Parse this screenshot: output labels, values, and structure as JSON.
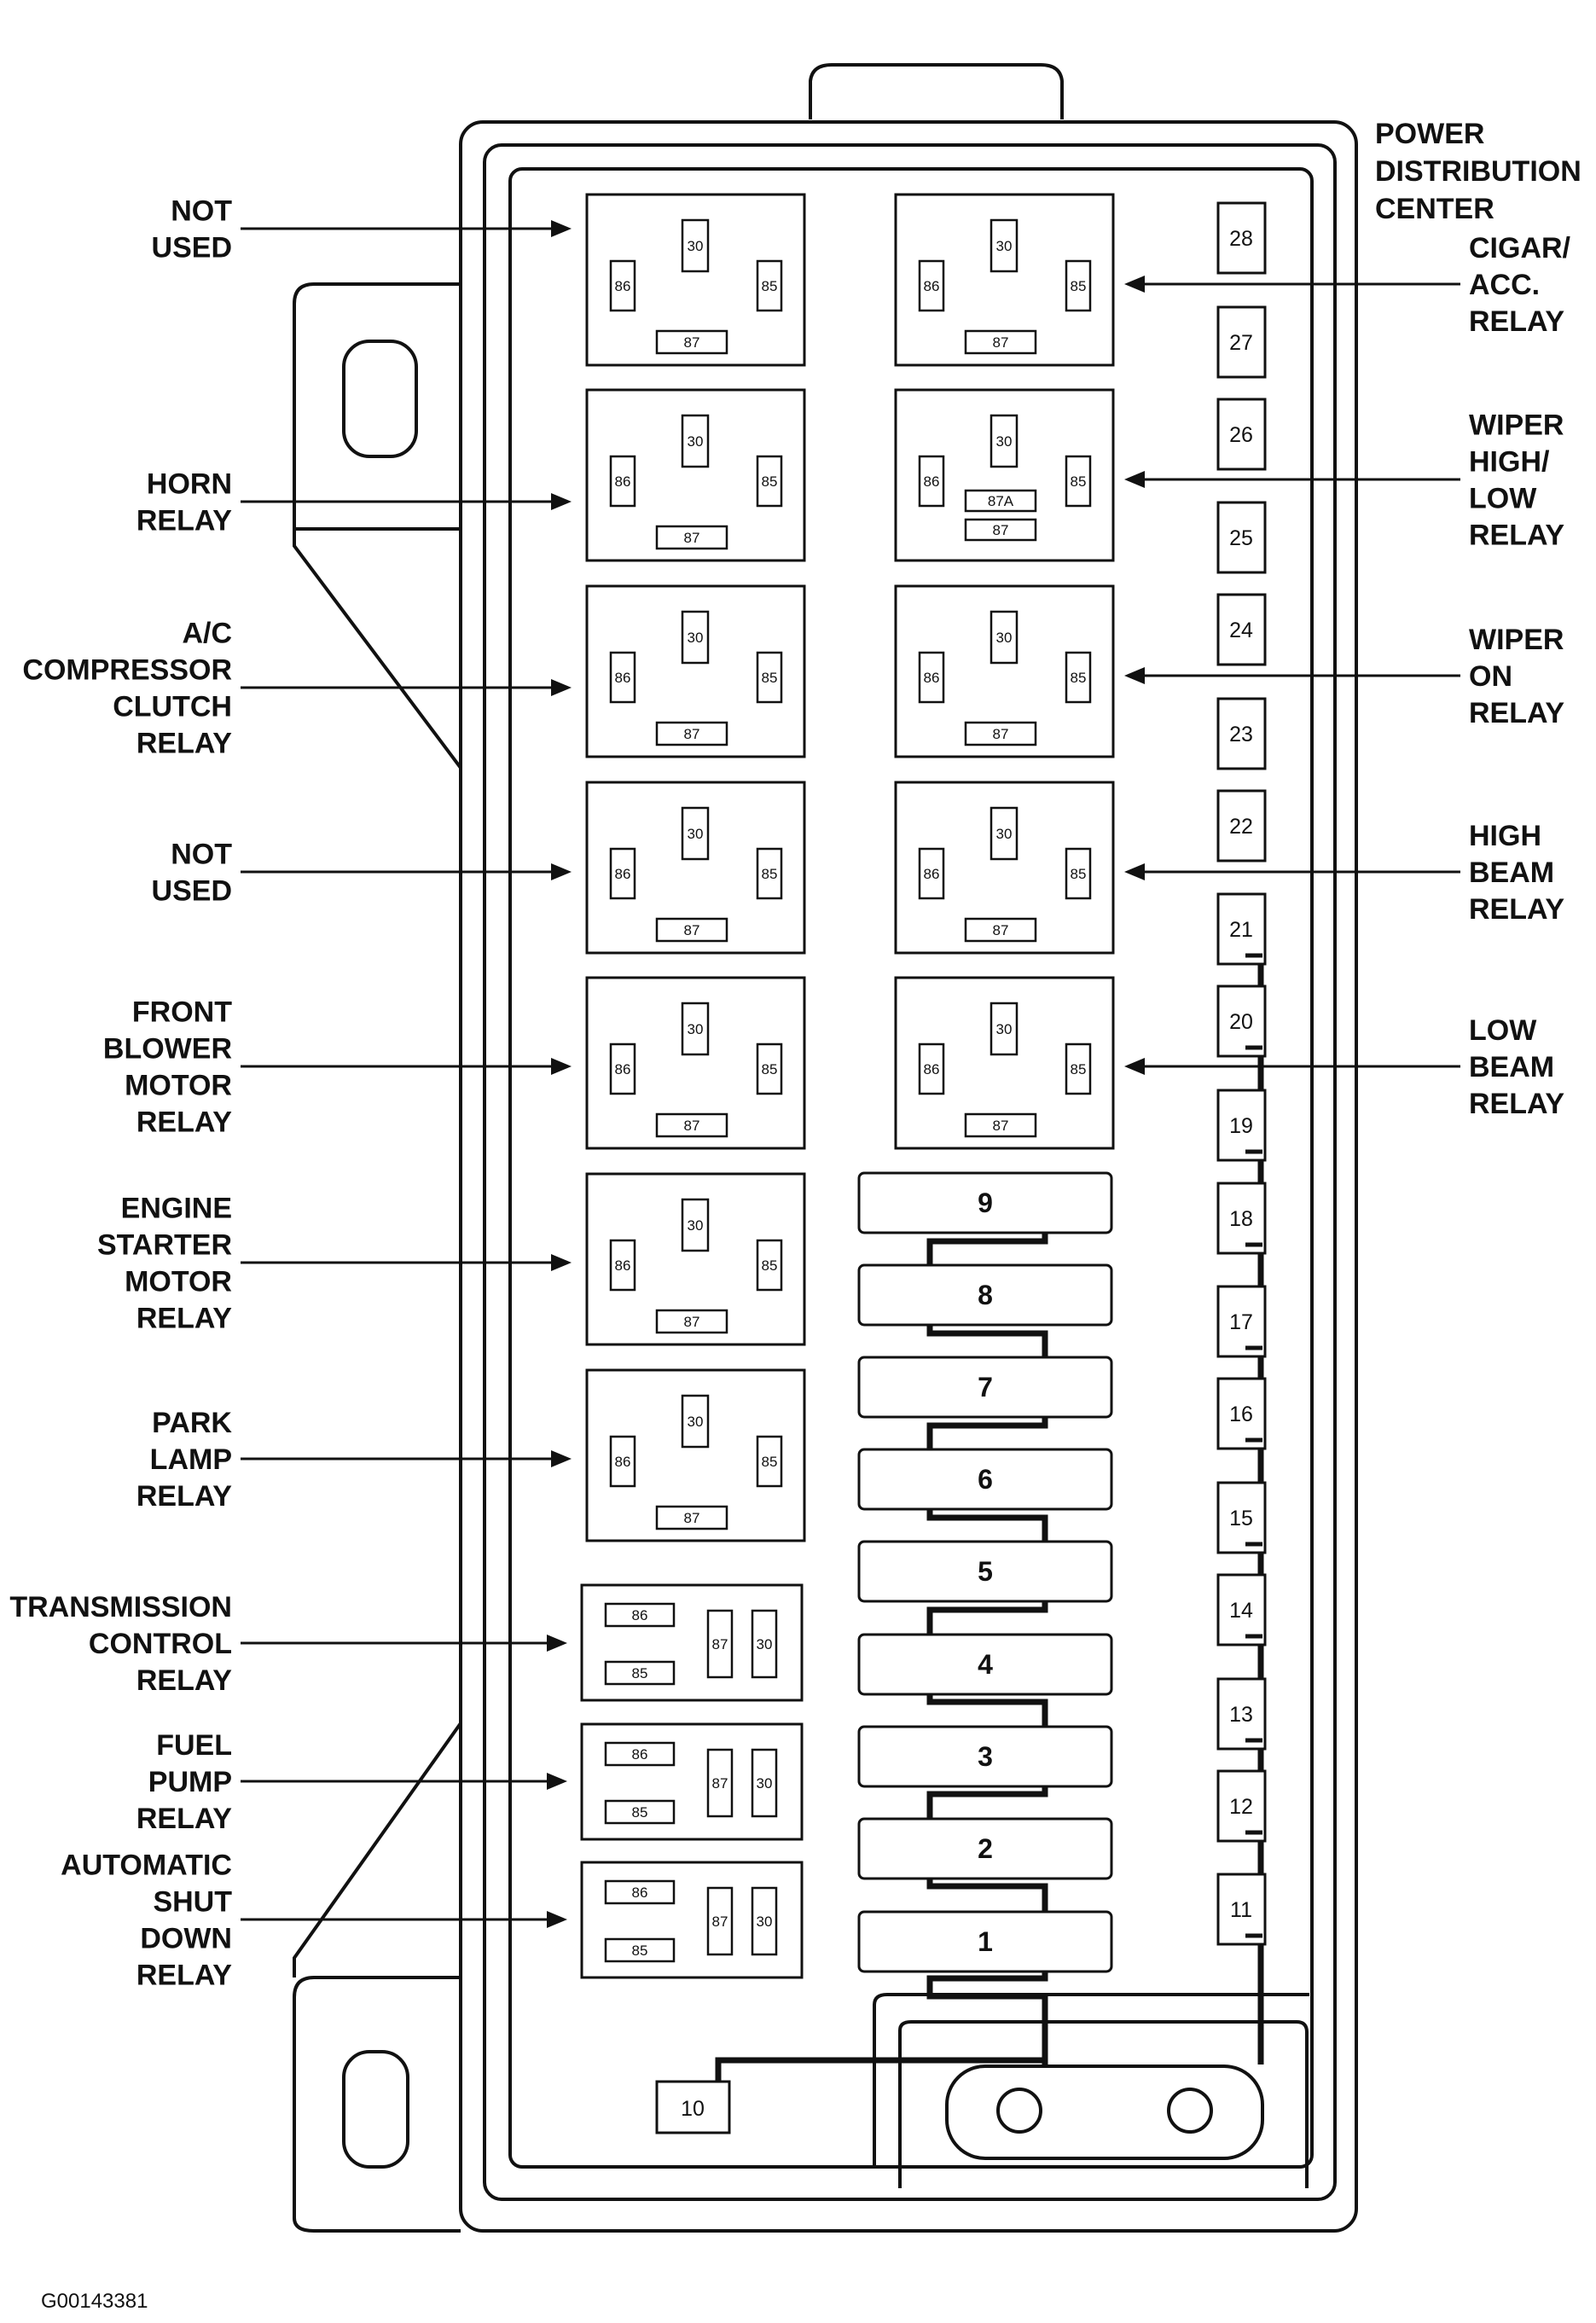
{
  "title": [
    "POWER",
    "DISTRIBUTION",
    "CENTER"
  ],
  "figure_id": "G00143381",
  "left_labels": [
    {
      "lines": [
        "NOT",
        "USED"
      ]
    },
    {
      "lines": [
        "HORN",
        "RELAY"
      ]
    },
    {
      "lines": [
        "A/C",
        "COMPRESSOR",
        "CLUTCH",
        "RELAY"
      ]
    },
    {
      "lines": [
        "NOT",
        "USED"
      ]
    },
    {
      "lines": [
        "FRONT",
        "BLOWER",
        "MOTOR",
        "RELAY"
      ]
    },
    {
      "lines": [
        "ENGINE",
        "STARTER",
        "MOTOR",
        "RELAY"
      ]
    },
    {
      "lines": [
        "PARK",
        "LAMP",
        "RELAY"
      ]
    },
    {
      "lines": [
        "TRANSMISSION",
        "CONTROL",
        "RELAY"
      ]
    },
    {
      "lines": [
        "FUEL",
        "PUMP",
        "RELAY"
      ]
    },
    {
      "lines": [
        "AUTOMATIC",
        "SHUT",
        "DOWN",
        "RELAY"
      ]
    }
  ],
  "right_labels": [
    {
      "lines": [
        "CIGAR/",
        "ACC.",
        "RELAY"
      ]
    },
    {
      "lines": [
        "WIPER",
        "HIGH/",
        "LOW",
        "RELAY"
      ]
    },
    {
      "lines": [
        "WIPER",
        "ON",
        "RELAY"
      ]
    },
    {
      "lines": [
        "HIGH",
        "BEAM",
        "RELAY"
      ]
    },
    {
      "lines": [
        "LOW",
        "BEAM",
        "RELAY"
      ]
    }
  ],
  "relay_pins": {
    "p30": "30",
    "p86": "86",
    "p85": "85",
    "p87": "87",
    "p87a": "87A"
  },
  "mini_fuses": [
    "28",
    "27",
    "26",
    "25",
    "24",
    "23",
    "22",
    "21",
    "20",
    "19",
    "18",
    "17",
    "16",
    "15",
    "14",
    "13",
    "12",
    "11"
  ],
  "maxi_fuses": [
    "9",
    "8",
    "7",
    "6",
    "5",
    "4",
    "3",
    "2",
    "1"
  ],
  "fuse_10": "10"
}
